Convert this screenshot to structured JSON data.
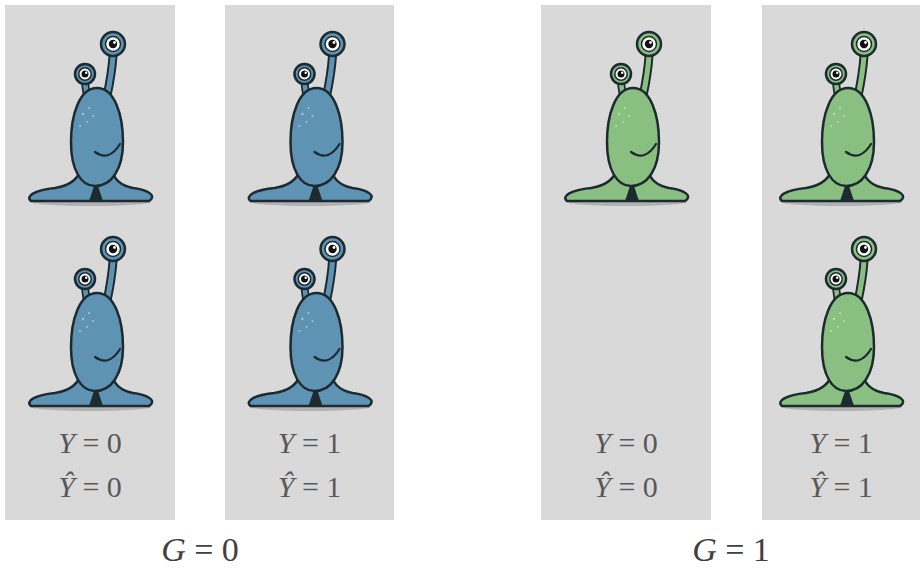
{
  "diagram": {
    "nodes": [
      {
        "text": [
          "Y = 0",
          "Ŷ = 0"
        ]
      },
      {
        "text": [
          "Y = 1",
          "Ŷ = 1"
        ]
      },
      {
        "text": [
          "Y = 0",
          "Ŷ = 0"
        ]
      },
      {
        "text": [
          "Y = 1",
          "Ŷ = 1"
        ]
      }
    ],
    "labels": [
      "G = 0",
      "G = 1"
    ]
  }
}
